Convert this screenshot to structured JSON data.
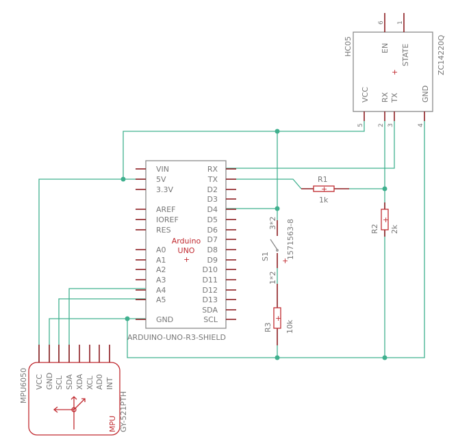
{
  "hc05": {
    "name": "HC05",
    "value": "ZC14220Q",
    "pins": {
      "en": "EN",
      "state": "STATE",
      "vcc": "VCC",
      "rx": "RX",
      "tx": "TX",
      "gnd": "GND"
    },
    "pin_numbers": {
      "p6": "6",
      "p1": "1",
      "p5": "5",
      "p2": "2",
      "p3": "3",
      "p4": "4"
    }
  },
  "arduino": {
    "name_line1": "Arduino",
    "name_line2": "UNO",
    "value": "ARDUINO-UNO-R3-SHIELD",
    "left_pins": [
      "VIN",
      "5V",
      "3.3V",
      "AREF",
      "IOREF",
      "RES",
      "A0",
      "A1",
      "A2",
      "A3",
      "A4",
      "A5",
      "GND"
    ],
    "right_pins": [
      "RX",
      "TX",
      "D2",
      "D3",
      "D4",
      "D5",
      "D6",
      "D7",
      "D8",
      "D9",
      "D10",
      "D11",
      "D12",
      "D13",
      "SDA",
      "SCL"
    ]
  },
  "r1": {
    "name": "R1",
    "value": "1k"
  },
  "r2": {
    "name": "R2",
    "value": "2k"
  },
  "r3": {
    "name": "R3",
    "value": "10k"
  },
  "s1": {
    "name": "S1",
    "value": "1571563-8",
    "pin_top": "3*2",
    "pin_bottom": "1*2"
  },
  "mpu": {
    "name": "MPU6050",
    "value": "GY-521PTH",
    "label": "MPU",
    "pins": [
      "VCC",
      "GND",
      "SCL",
      "SDA",
      "XDA",
      "XCL",
      "AD0",
      "INT"
    ]
  },
  "colors": {
    "wire": "#3fb08e",
    "body": "#8a8a8a",
    "pin": "#8c1b1f",
    "label": "#c0282e"
  }
}
